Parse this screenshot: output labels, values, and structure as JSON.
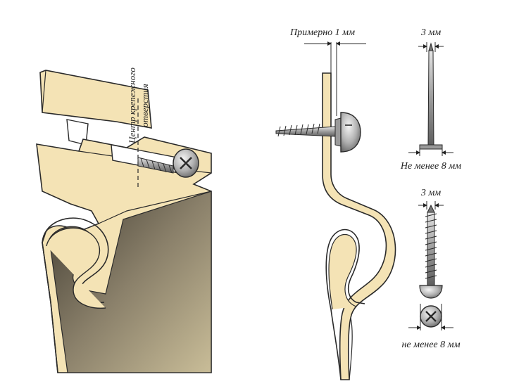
{
  "labels": {
    "hole_center": "Центр крепежного",
    "hole_center_2": "отверстия",
    "approx_1mm": "Примерно 1 мм",
    "nail_3mm": "3 мм",
    "nail_min_8mm": "Не менее 8 мм",
    "screw_3mm": "3 мм",
    "screw_min_8mm": "не менее 8 мм"
  },
  "colors": {
    "panel_fill": "#f4e3b5",
    "panel_shadow": "#6e6450",
    "outline": "#2a2a2a",
    "metal": "#b8b8b8",
    "metal_dark": "#7a7a7a"
  }
}
